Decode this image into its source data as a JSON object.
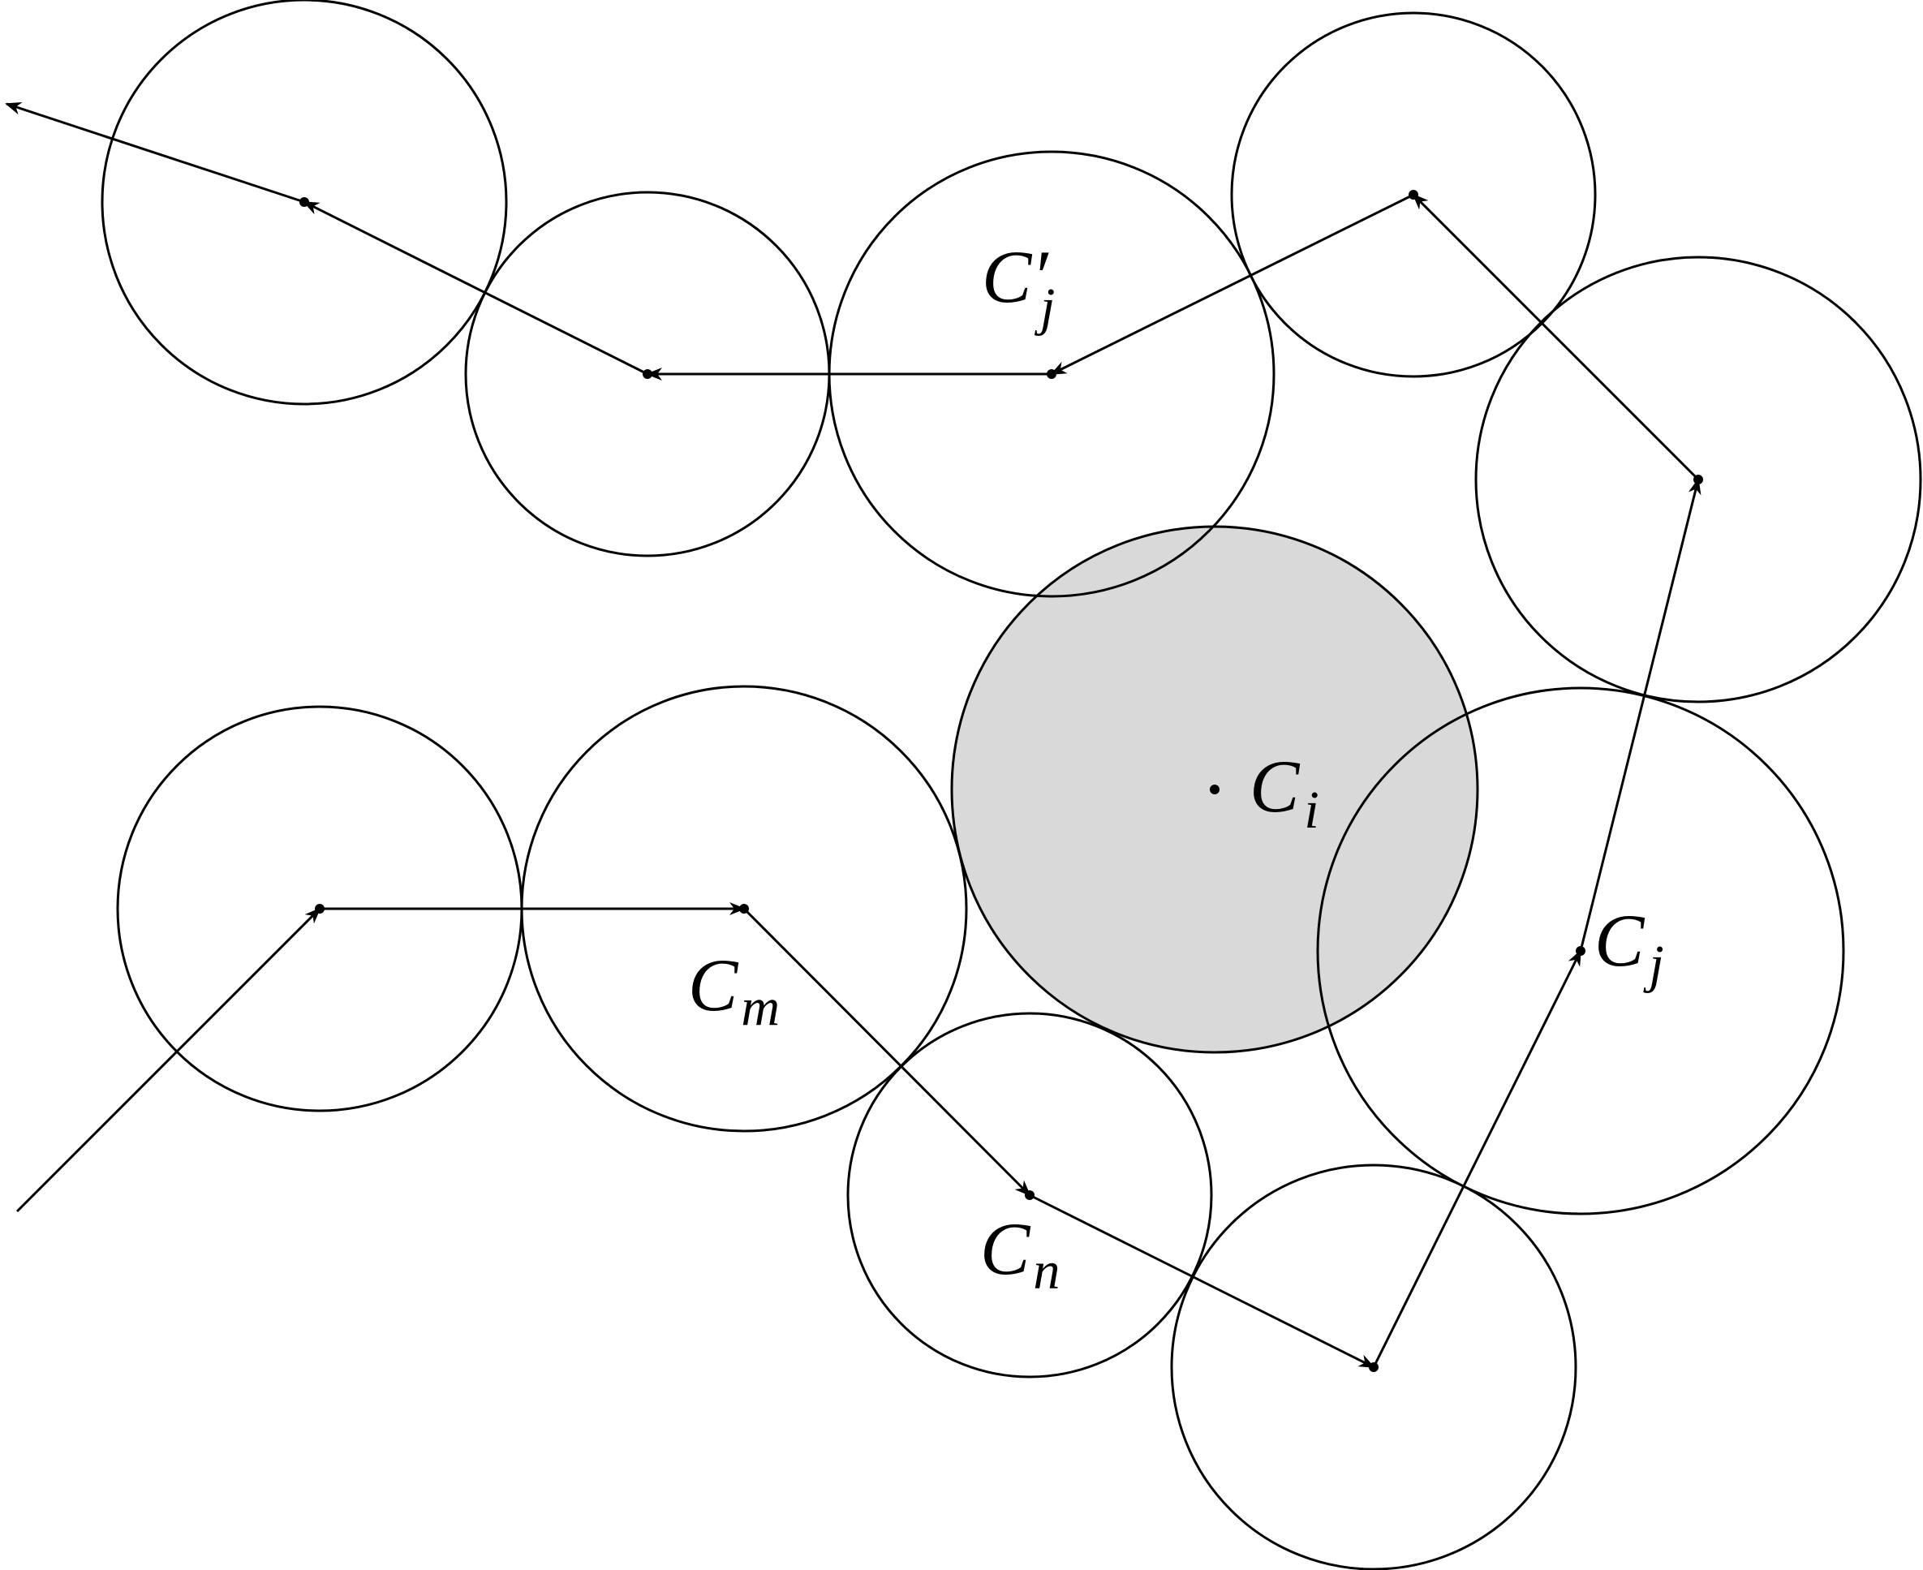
{
  "diagram": {
    "labels": {
      "c_i": {
        "main": "C",
        "sub": "i"
      },
      "c_j": {
        "main": "C",
        "sub": "j"
      },
      "c_j_prime": {
        "main": "C′",
        "sub": "j"
      },
      "c_m": {
        "main": "C",
        "sub": "m"
      },
      "c_n": {
        "main": "C",
        "sub": "n"
      }
    },
    "colors": {
      "stroke": "#000000",
      "highlight_fill": "#d9d9d9",
      "background": "#ffffff"
    }
  }
}
